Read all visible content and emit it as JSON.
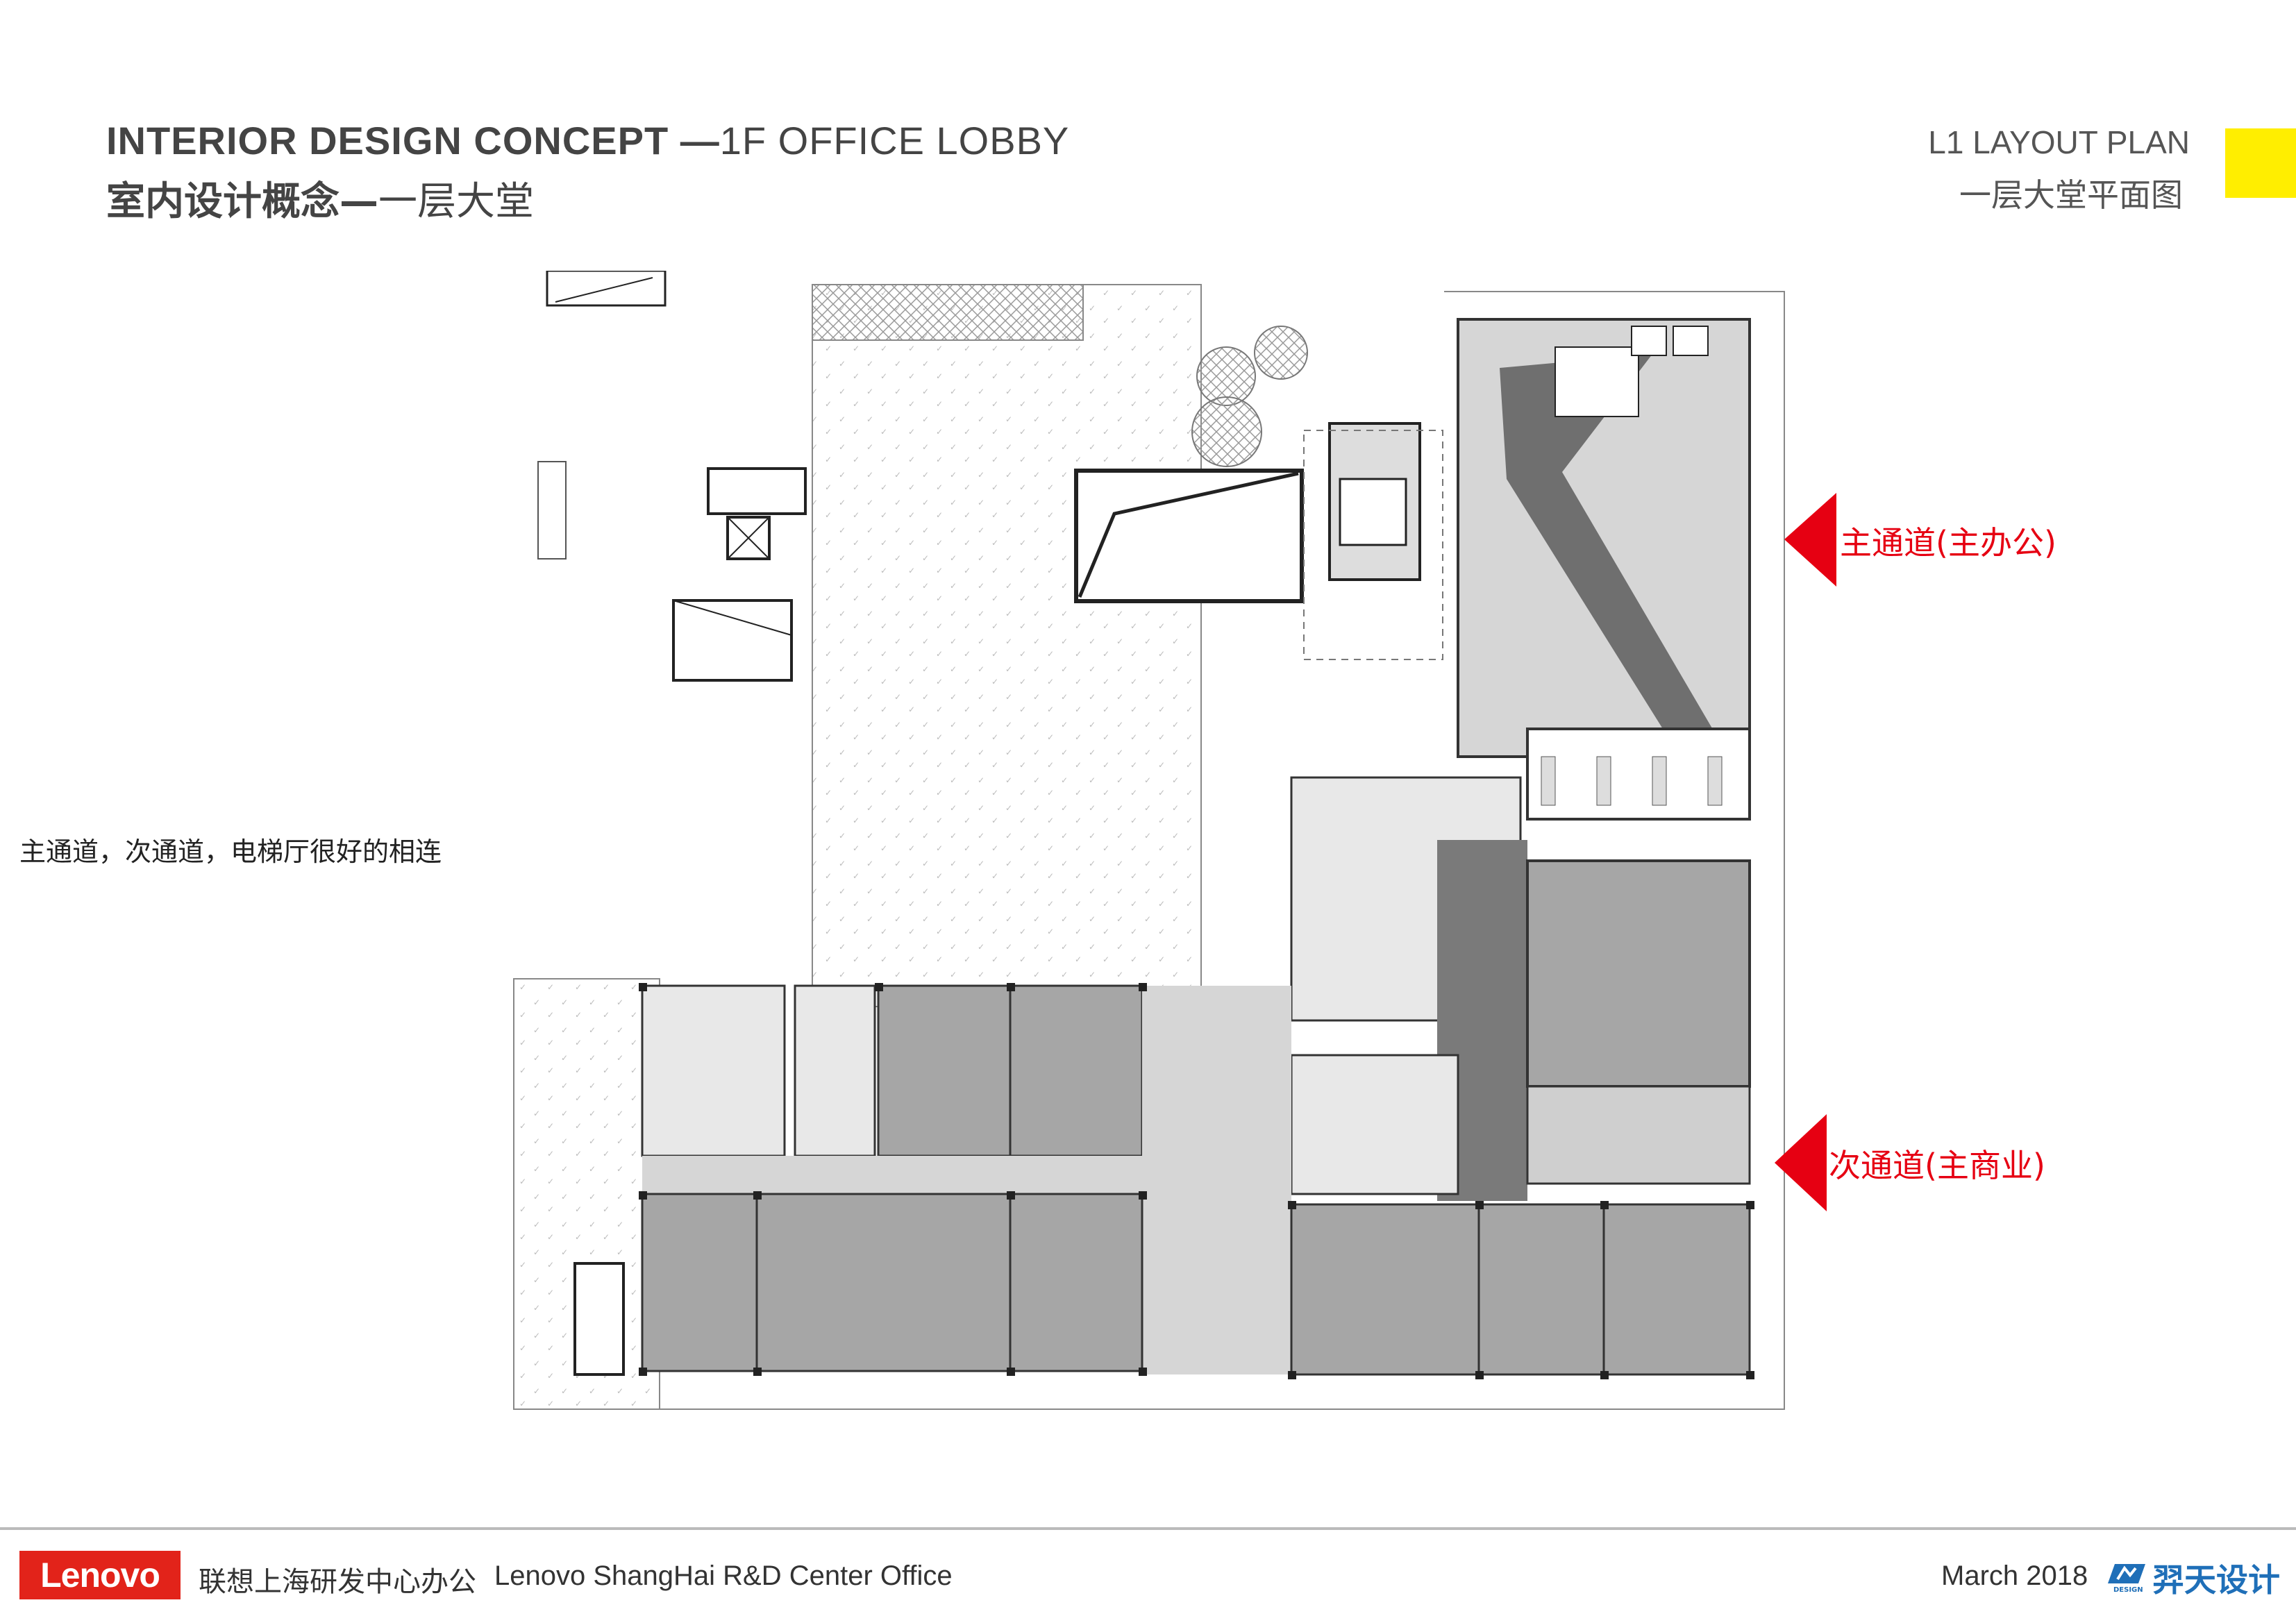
{
  "header": {
    "title_en_bold": "INTERIOR DESIGN CONCEPT —",
    "title_en_light": "1F OFFICE LOBBY",
    "title_cn_bold": "室内设计概念—",
    "title_cn_light": "一层大堂",
    "layout_en": "L1 LAYOUT PLAN",
    "layout_cn": "一层大堂平面图"
  },
  "side_note": "主通道，次通道，电梯厅很好的相连",
  "annotations": {
    "main_path": "主通道(主办公)",
    "secondary_path": "次通道(主商业)"
  },
  "footer": {
    "logo": "Lenovo",
    "project_cn": "联想上海研发中心办公",
    "project_en": "Lenovo ShangHai R&D Center Office",
    "date": "March 2018",
    "studio": "羿天设计",
    "studio_mark_text": "DESIGN"
  },
  "colors": {
    "accent_yellow": "#ffee00",
    "annotation_red": "#e60012",
    "logo_red": "#e2231a",
    "studio_blue": "#1f6fb8"
  }
}
